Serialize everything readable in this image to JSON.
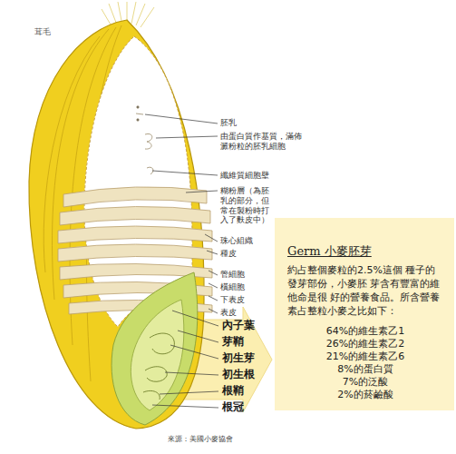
{
  "diagram": {
    "caption": "來源：美國小麥協會",
    "nodes": [
      {
        "text": [
          "Germ 小麥胚芽",
          "約占整個麥粒的2.5%這個 種子的發芽部份，小麥胚 芽含有豐富的維他命是很 好的營養食品。所含營養 素占整粒小麥之比如下：",
          "64%的維生素乙1",
          "26%的維生素乙2",
          "21%的維生素乙6",
          "8%的蛋白質",
          "7%的泛酸",
          "2%的菸鹼酸"
        ]
      }
    ],
    "labels": [
      "茸毛",
      "胚乳",
      "由蛋白質作基質，滿佈澱粉粒的胚乳細胞",
      "纖維質細胞壁",
      "糊粉層（為胚乳的部分，但常在製粉時打入了麩皮中）",
      "珠心組織",
      "種皮",
      "管細胞",
      "橫細胞",
      "下表皮",
      "表皮",
      "內子葉",
      "芽鞘",
      "初生芽",
      "初生根",
      "根鞘",
      "根冠"
    ]
  }
}
